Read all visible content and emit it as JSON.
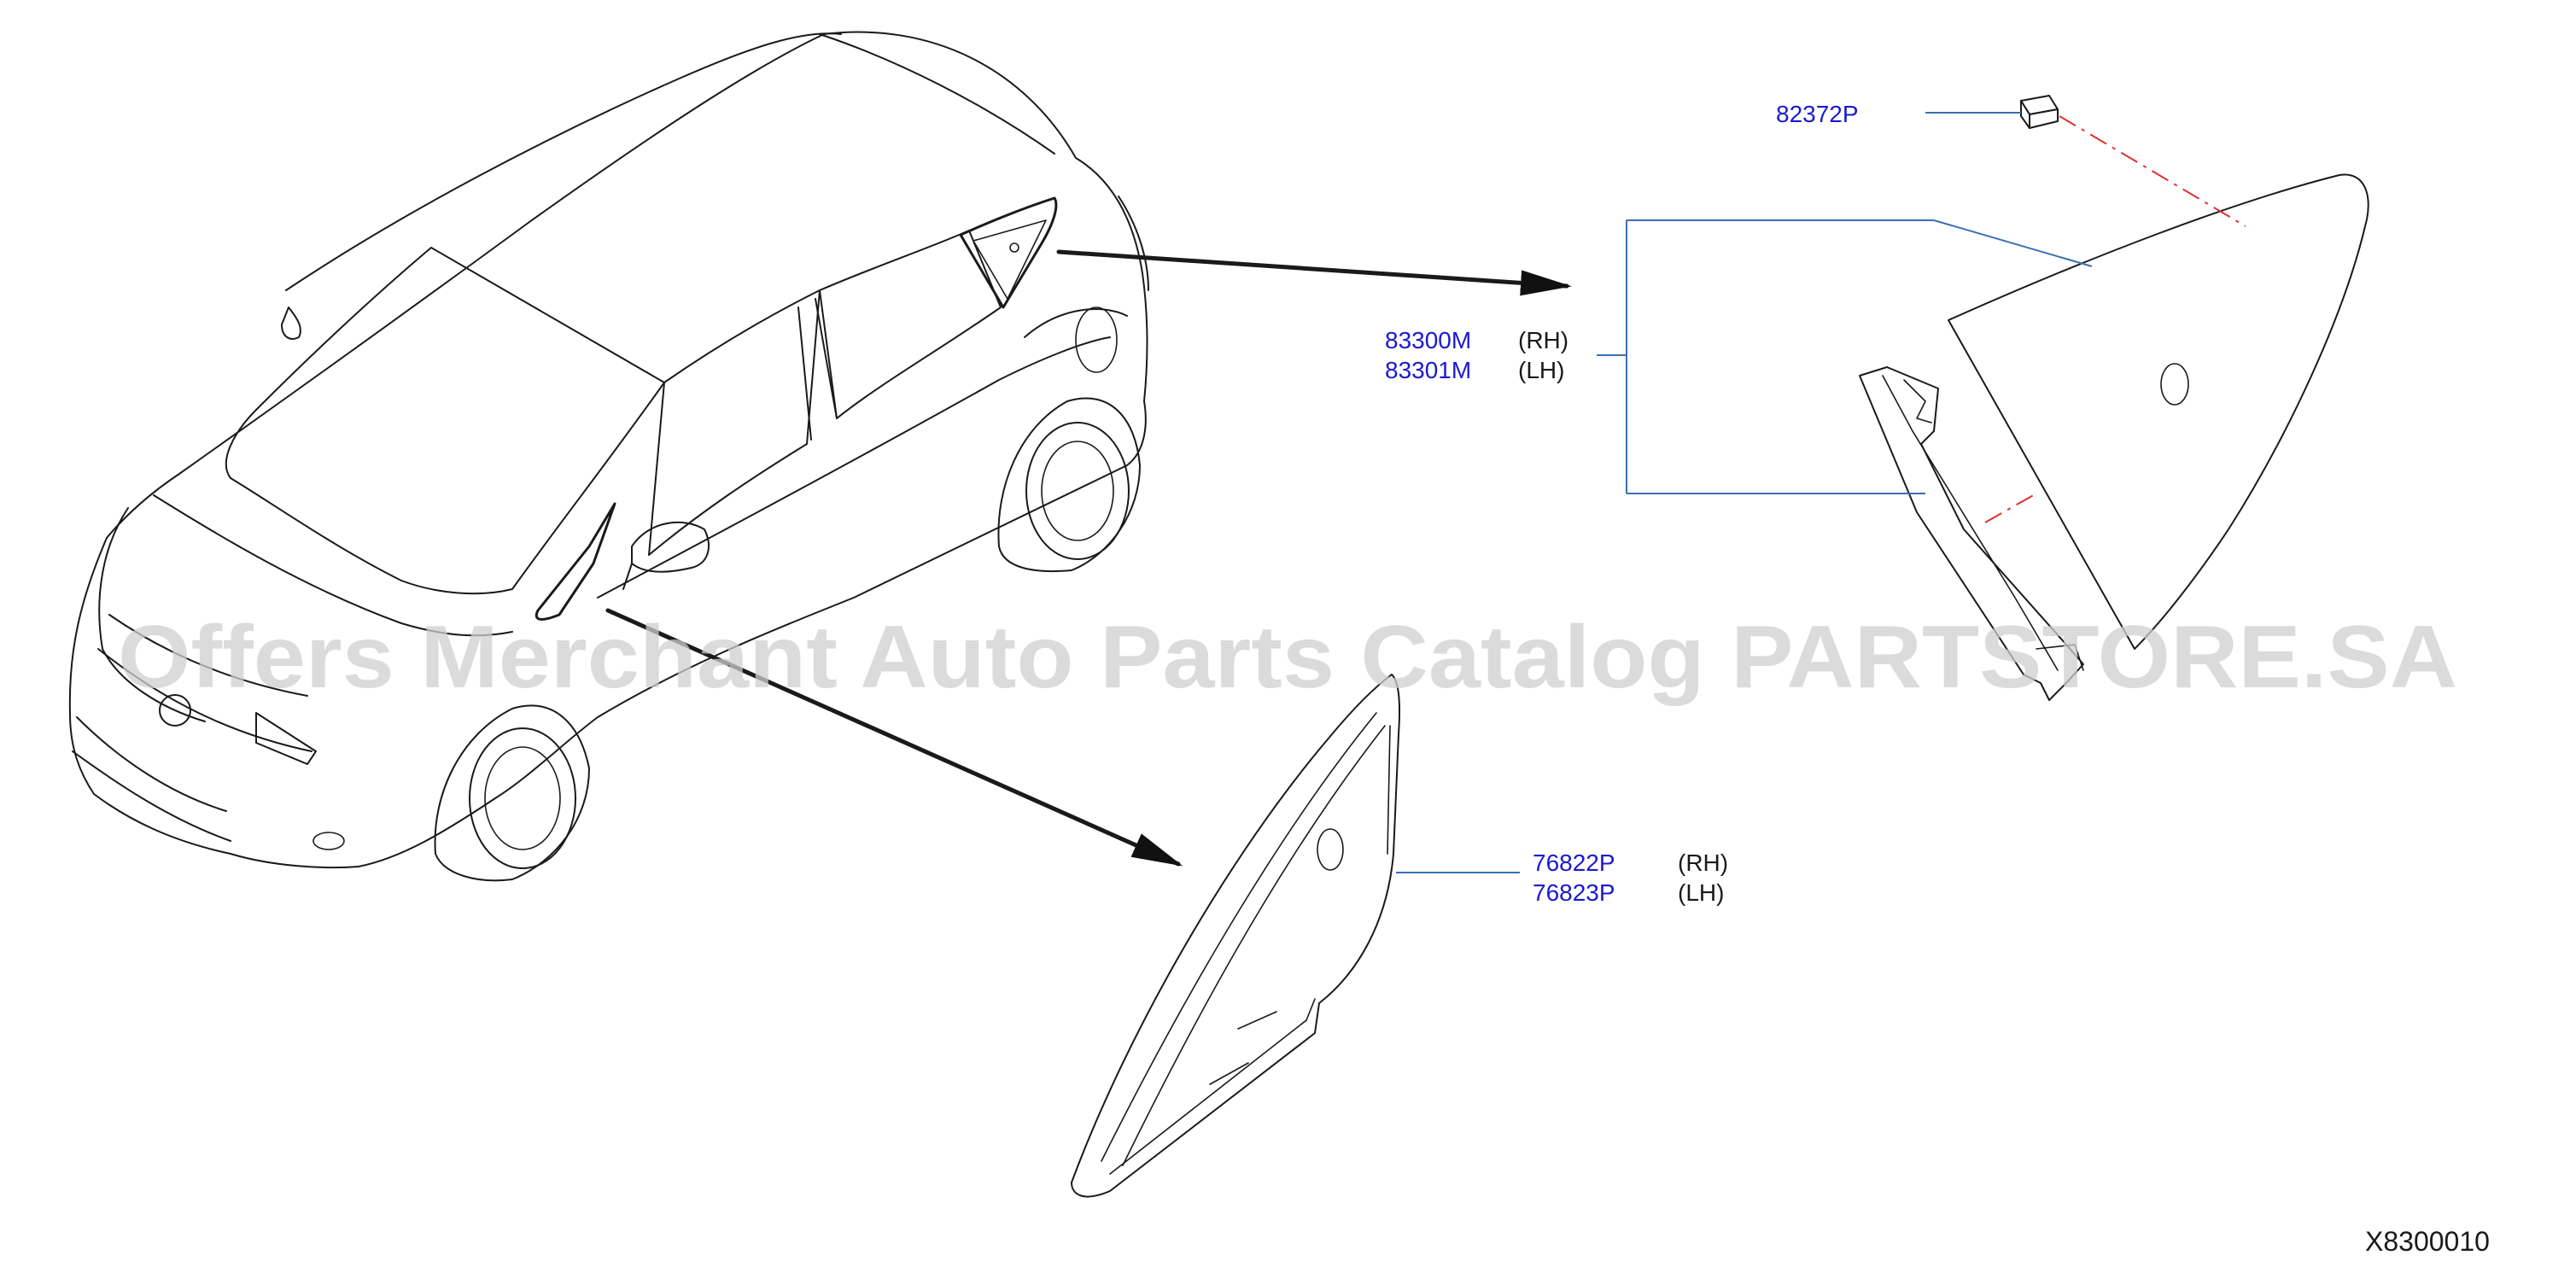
{
  "watermark": "Offers Merchant Auto Parts Catalog PARTSTORE.SA",
  "diagram_id": "X8300010",
  "callouts": {
    "clip": {
      "part": "82372P"
    },
    "rear_glass": {
      "rh_part": "83300M",
      "rh_side": "(RH)",
      "lh_part": "83301M",
      "lh_side": "(LH)"
    },
    "front_glass": {
      "rh_part": "76822P",
      "rh_side": "(RH)",
      "lh_part": "76823P",
      "lh_side": "(LH)"
    }
  },
  "colors": {
    "part_number": "#1a1ad0",
    "leader_line": "#3a6fb0",
    "center_line": "#e03030",
    "watermark": "#cfcfcf"
  }
}
